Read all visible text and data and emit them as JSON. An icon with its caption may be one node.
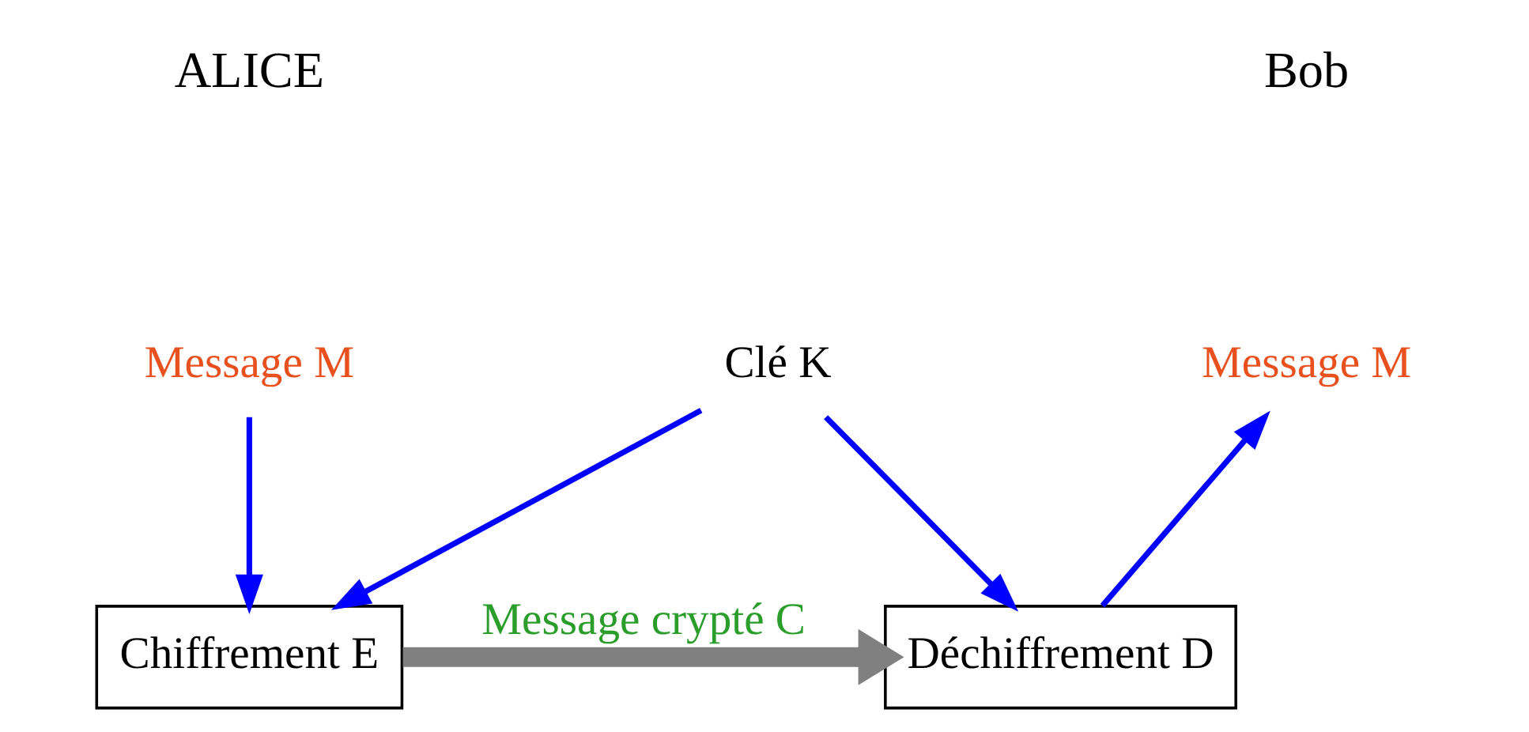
{
  "diagram": {
    "nodes": [
      {
        "text": [
          "Message M"
        ]
      },
      {
        "text": [
          "Clé K"
        ]
      },
      {
        "text": [
          "Chiffrement E"
        ]
      },
      {
        "text": [
          "Déchiffrement D"
        ]
      },
      {
        "text": [
          "Message M"
        ]
      }
    ],
    "edges": [
      {
        "from": 0,
        "to": 2,
        "arrow": "to"
      },
      {
        "from": 1,
        "to": 2,
        "arrow": "to"
      },
      {
        "from": 1,
        "to": 3,
        "arrow": "to"
      },
      {
        "from": 2,
        "to": 3,
        "arrow": "to",
        "label": "Message crypté C",
        "style": "thick",
        "color": "#808080"
      },
      {
        "from": 3,
        "to": 4,
        "arrow": "to"
      }
    ],
    "labels": [
      "ALICE",
      "Bob"
    ]
  }
}
